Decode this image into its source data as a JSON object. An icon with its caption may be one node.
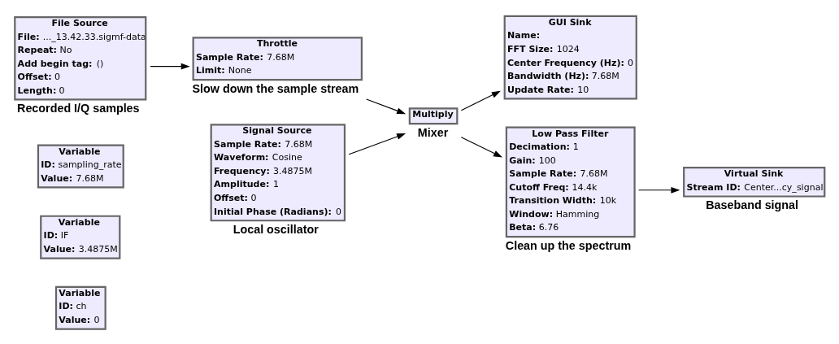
{
  "diagram": {
    "nodes": [
      {
        "text": [
          "Variable",
          "**ID:** sampling_rate",
          "**Value:** 7.68M"
        ]
      },
      {
        "text": [
          "Variable",
          "**ID:** IF",
          "**Value:** 3.4875M"
        ]
      },
      {
        "text": [
          "Variable",
          "**ID:** ch",
          "**Value:** 0"
        ]
      },
      {
        "text": [
          "File Source",
          "**File:** ..._13.42.33.sigmf-data",
          "**Repeat:** No",
          "**Add begin tag:** ()",
          "**Offset:** 0",
          "**Length:** 0"
        ],
        "beside": [
          "Recorded I/Q samples"
        ]
      },
      {
        "text": [
          "Throttle",
          "**Sample Rate:** 7.68M",
          "**Limit:** None"
        ],
        "beside": [
          "Slow down the sample stream"
        ]
      },
      {
        "text": [
          "Signal Source",
          "**Sample Rate:** 7.68M",
          "**Waveform:** Cosine",
          "**Frequency:** 3.4875M",
          "**Amplitude:** 1",
          "**Offset:** 0",
          "**Initial Phase (Radians):** 0"
        ],
        "beside": [
          "Local oscillator"
        ]
      },
      {
        "text": [
          "Multiply"
        ],
        "beside": [
          "Mixer"
        ]
      },
      {
        "text": [
          "GUI Sink",
          "**Name:**",
          "**FFT Size:** 1024",
          "**Center Frequency (Hz):** 0",
          "**Bandwidth (Hz):** 7.68M",
          "**Update Rate:** 10"
        ]
      },
      {
        "text": [
          "Low Pass Filter",
          "**Decimation:** 1",
          "**Gain:** 100",
          "**Sample Rate:** 7.68M",
          "**Cutoff Freq:** 14.4k",
          "**Transition Width:** 10k",
          "**Window:** Hamming",
          "**Beta:** 6.76"
        ],
        "beside": [
          "Clean up the spectrum"
        ]
      },
      {
        "text": [
          "Virtual Sink",
          "**Stream ID:** Center...cy_signal"
        ],
        "beside": [
          "Baseband signal"
        ]
      }
    ],
    "edges": [
      {
        "from": 3,
        "to": 4,
        "arrow": "to"
      },
      {
        "from": 4,
        "to": 6,
        "arrow": "to"
      },
      {
        "from": 5,
        "to": 6,
        "arrow": "to"
      },
      {
        "from": 6,
        "to": 7,
        "arrow": "to"
      },
      {
        "from": 6,
        "to": 8,
        "arrow": "to"
      },
      {
        "from": 8,
        "to": 9,
        "arrow": "to"
      }
    ]
  }
}
